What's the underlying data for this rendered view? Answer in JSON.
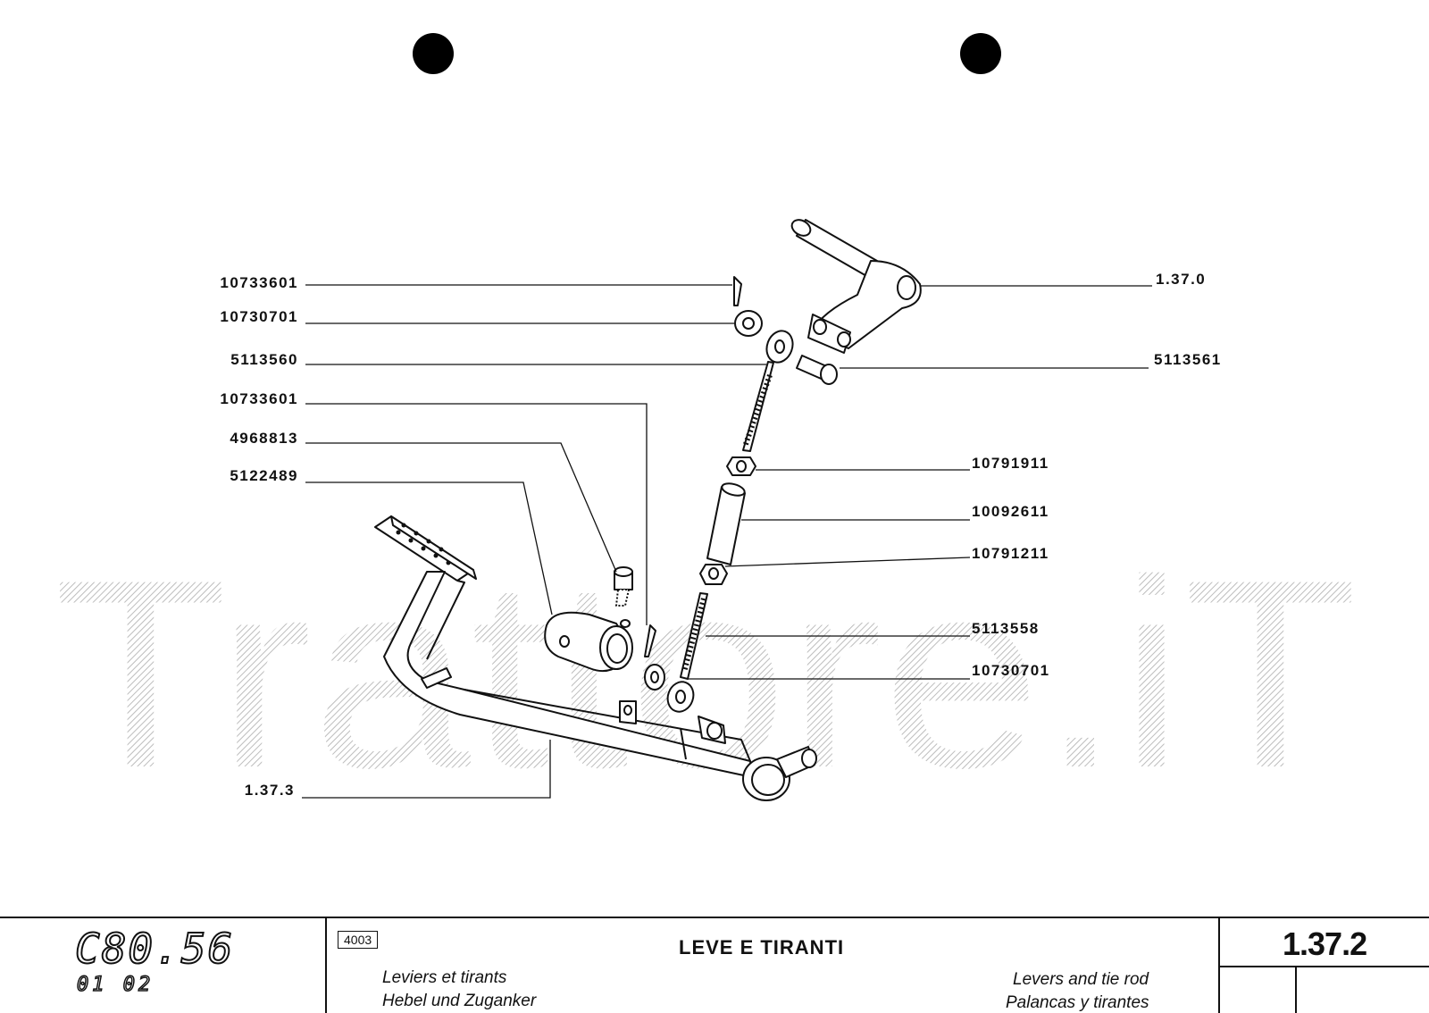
{
  "watermark": "Trattore.iT",
  "diagram": {
    "callouts": [
      {
        "side": "left",
        "text": "10733601"
      },
      {
        "side": "left",
        "text": "10730701"
      },
      {
        "side": "left",
        "text": "5113560"
      },
      {
        "side": "left",
        "text": "10733601"
      },
      {
        "side": "left",
        "text": "4968813"
      },
      {
        "side": "left",
        "text": "5122489"
      },
      {
        "side": "left",
        "text": "1.37.3"
      },
      {
        "side": "right",
        "text": "1.37.0"
      },
      {
        "side": "right",
        "text": "5113561"
      },
      {
        "side": "right",
        "text": "10791911"
      },
      {
        "side": "right",
        "text": "10092611"
      },
      {
        "side": "right",
        "text": "10791211"
      },
      {
        "side": "right",
        "text": "5113558"
      },
      {
        "side": "right",
        "text": "10730701"
      }
    ]
  },
  "title_block": {
    "logo": "C80.56",
    "logo_sub": "01 02",
    "code": "4003",
    "title": "LEVE E TIRANTI",
    "fr": "Leviers et tirants",
    "de": "Hebel und Zuganker",
    "en": "Levers and tie rod",
    "es": "Palancas y tirantes",
    "page_number": "1.37.2"
  }
}
